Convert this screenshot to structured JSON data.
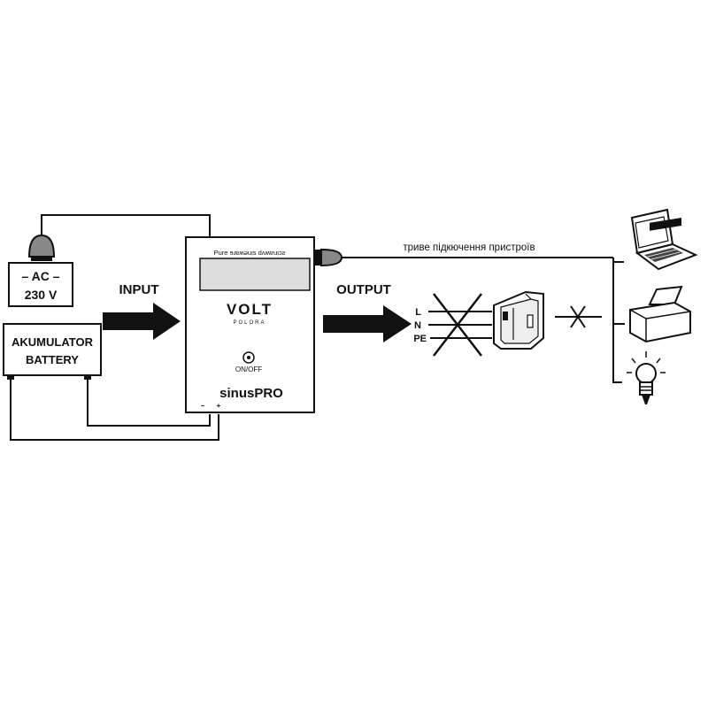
{
  "ac_source": {
    "line1": "– AC –",
    "line2": "230 V"
  },
  "battery": {
    "line1": "AKUMULATOR",
    "line2": "BATTERY"
  },
  "labels": {
    "input": "INPUT",
    "output": "OUTPUT",
    "note": "триве підкючення пристроїв"
  },
  "inverter": {
    "header": "Pure ɘɹɐʍǝuᴉs dʌʍɐuᴉɔƨ",
    "brand": "VOLT",
    "brand_sub": "POLORA",
    "switch_label": "ON/OFF",
    "model": "sinusPRO",
    "terminal_minus": "–",
    "terminal_plus": "+"
  },
  "output_lines": [
    "L",
    "N",
    "PE"
  ],
  "colors": {
    "line": "#111111",
    "background": "#ffffff",
    "lcd": "#dcdcdc"
  }
}
